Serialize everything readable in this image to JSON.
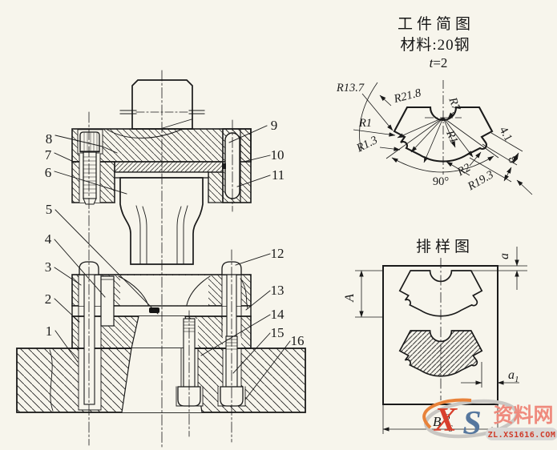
{
  "header": {
    "workpiece_title": "工件简图",
    "material": "材料:20钢",
    "thickness_t": "t",
    "thickness_eq": "=2",
    "layout_title": "排样图"
  },
  "assembly": {
    "part_numbers": [
      "1",
      "2",
      "3",
      "4",
      "5",
      "6",
      "7",
      "8",
      "9",
      "10",
      "11",
      "12",
      "13",
      "14",
      "15",
      "16"
    ]
  },
  "workpiece_dims": {
    "r13_7": "R13.7",
    "r21_8": "R21.8",
    "r7": "R7",
    "r1_left": "R1",
    "r1_3": "R1.3",
    "r1_center": "R1",
    "r2": "R2",
    "r19_3": "R19.3",
    "angle": "90°",
    "d4_1": "4.1",
    "d8": "8"
  },
  "layout_dims": {
    "a": "a",
    "A": "A",
    "a1_base": "a",
    "a1_sub": "1",
    "B": "B",
    "B_sup": "0",
    "B_sub": "-δ"
  },
  "watermark": {
    "x": "X",
    "s": "S",
    "site": "资料网",
    "domain": "ZL.XS1616.COM"
  },
  "colors": {
    "background": "#f7f5ec",
    "line": "#1a1a1a",
    "watermark_red": "#d8402c",
    "watermark_blue": "#56779e",
    "watermark_pink": "#ef8a7d",
    "watermark_gray": "#c9c7c3"
  }
}
